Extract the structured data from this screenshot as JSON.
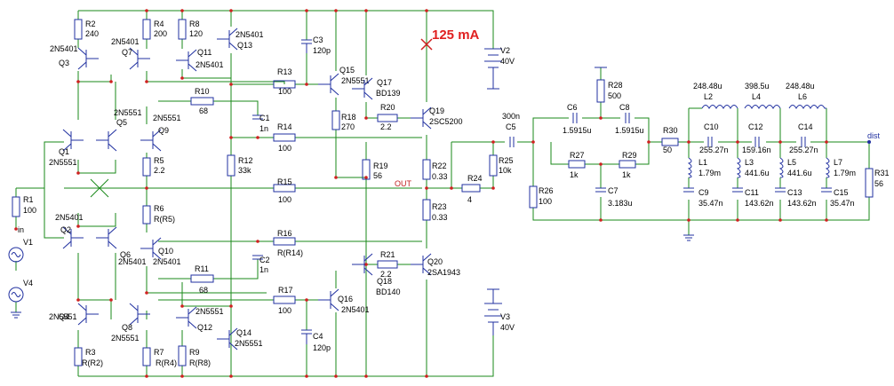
{
  "highlight": "125 mA",
  "out_label": "OUT",
  "in_label": "in",
  "dist_label": "dist",
  "transistors": [
    {
      "ref": "Q1",
      "part": "2N5551"
    },
    {
      "ref": "Q2",
      "part": "2N5401"
    },
    {
      "ref": "Q3",
      "part": "2N5401"
    },
    {
      "ref": "Q4",
      "part": "2N5551"
    },
    {
      "ref": "Q5",
      "part": "2N5551"
    },
    {
      "ref": "Q6",
      "part": "2N5401"
    },
    {
      "ref": "Q7",
      "part": "2N5401"
    },
    {
      "ref": "Q8",
      "part": "2N5551"
    },
    {
      "ref": "Q9",
      "part": "2N5551"
    },
    {
      "ref": "Q10",
      "part": "2N5401"
    },
    {
      "ref": "Q11",
      "part": "2N5401"
    },
    {
      "ref": "Q12",
      "part": "2N5551"
    },
    {
      "ref": "Q13",
      "part": "2N5401"
    },
    {
      "ref": "Q14",
      "part": "2N5551"
    },
    {
      "ref": "Q15",
      "part": "2N5551"
    },
    {
      "ref": "Q16",
      "part": "2N5401"
    },
    {
      "ref": "Q17",
      "part": "BD139"
    },
    {
      "ref": "Q18",
      "part": "BD140"
    },
    {
      "ref": "Q19",
      "part": "2SC5200"
    },
    {
      "ref": "Q20",
      "part": "2SA1943"
    }
  ],
  "resistors": [
    {
      "ref": "R1",
      "value": "100"
    },
    {
      "ref": "R2",
      "value": "240"
    },
    {
      "ref": "R3",
      "value": "R(R2)"
    },
    {
      "ref": "R4",
      "value": "200"
    },
    {
      "ref": "R5",
      "value": "2.2"
    },
    {
      "ref": "R6",
      "value": "R(R5)"
    },
    {
      "ref": "R7",
      "value": "R(R4)"
    },
    {
      "ref": "R8",
      "value": "120"
    },
    {
      "ref": "R9",
      "value": "R(R8)"
    },
    {
      "ref": "R10",
      "value": "68"
    },
    {
      "ref": "R11",
      "value": "68"
    },
    {
      "ref": "R12",
      "value": "33k"
    },
    {
      "ref": "R13",
      "value": "100"
    },
    {
      "ref": "R14",
      "value": "100"
    },
    {
      "ref": "R15",
      "value": "100"
    },
    {
      "ref": "R16",
      "value": "R(R14)"
    },
    {
      "ref": "R17",
      "value": "100"
    },
    {
      "ref": "R18",
      "value": "270"
    },
    {
      "ref": "R19",
      "value": "56"
    },
    {
      "ref": "R20",
      "value": "2.2"
    },
    {
      "ref": "R21",
      "value": "2.2"
    },
    {
      "ref": "R22",
      "value": "0.33"
    },
    {
      "ref": "R23",
      "value": "0.33"
    },
    {
      "ref": "R24",
      "value": "4"
    },
    {
      "ref": "R25",
      "value": "10k"
    },
    {
      "ref": "R26",
      "value": "100"
    },
    {
      "ref": "R27",
      "value": "1k"
    },
    {
      "ref": "R28",
      "value": "500"
    },
    {
      "ref": "R29",
      "value": "1k"
    },
    {
      "ref": "R30",
      "value": "50"
    },
    {
      "ref": "R31",
      "value": "56"
    }
  ],
  "capacitors": [
    {
      "ref": "C1",
      "value": "1n"
    },
    {
      "ref": "C2",
      "value": "1n"
    },
    {
      "ref": "C3",
      "value": "120p"
    },
    {
      "ref": "C4",
      "value": "120p"
    },
    {
      "ref": "C5",
      "value": "300n"
    },
    {
      "ref": "C6",
      "value": "1.5915u"
    },
    {
      "ref": "C7",
      "value": "3.183u"
    },
    {
      "ref": "C8",
      "value": "1.5915u"
    },
    {
      "ref": "C9",
      "value": "35.47n"
    },
    {
      "ref": "C10",
      "value": "255.27n"
    },
    {
      "ref": "C11",
      "value": "143.62n"
    },
    {
      "ref": "C12",
      "value": "159.16n"
    },
    {
      "ref": "C13",
      "value": "143.62n"
    },
    {
      "ref": "C14",
      "value": "255.27n"
    },
    {
      "ref": "C15",
      "value": "35.47n"
    }
  ],
  "inductors": [
    {
      "ref": "L1",
      "value": "1.79m"
    },
    {
      "ref": "L2",
      "value": "248.48u"
    },
    {
      "ref": "L3",
      "value": "441.6u"
    },
    {
      "ref": "L4",
      "value": "398.5u"
    },
    {
      "ref": "L5",
      "value": "441.6u"
    },
    {
      "ref": "L6",
      "value": "248.48u"
    },
    {
      "ref": "L7",
      "value": "1.79m"
    }
  ],
  "sources": [
    {
      "ref": "V1",
      "value": ""
    },
    {
      "ref": "V2",
      "value": "40V"
    },
    {
      "ref": "V3",
      "value": "40V"
    },
    {
      "ref": "V4",
      "value": ""
    }
  ]
}
